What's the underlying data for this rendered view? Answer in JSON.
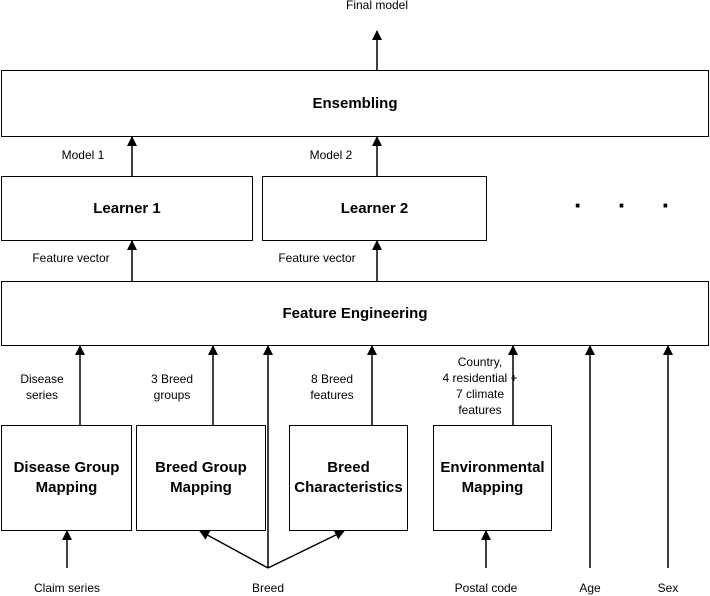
{
  "final_model": "Final model",
  "ensembling": "Ensembling",
  "model_1": "Model 1",
  "model_2": "Model 2",
  "learner_1": "Learner 1",
  "learner_2": "Learner 2",
  "ellipsis": "· · ·",
  "feature_vector_1": "Feature vector",
  "feature_vector_2": "Feature vector",
  "feature_engineering": "Feature Engineering",
  "disease_series": "Disease\nseries",
  "breed_groups": "3 Breed\ngroups",
  "breed_features": "8 Breed\nfeatures",
  "env_features": "Country,\n4 residential +\n7 climate\nfeatures",
  "disease_group_mapping": "Disease Group Mapping",
  "breed_group_mapping": "Breed Group Mapping",
  "breed_characteristics": "Breed Characteristics",
  "environmental_mapping": "Environmental Mapping",
  "inputs": {
    "claim_series": "Claim series",
    "breed": "Breed",
    "postal_code": "Postal code",
    "age": "Age",
    "sex": "Sex"
  }
}
